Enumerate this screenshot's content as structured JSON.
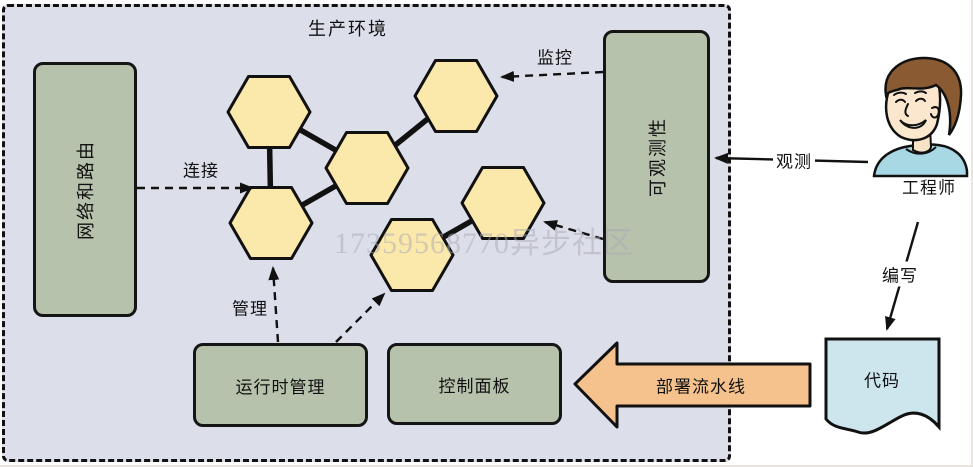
{
  "title": "生产环境",
  "watermark": "17359568770异步社区",
  "colors": {
    "production_background": "#dcdee9",
    "component_box": "#b7c2ac",
    "hexagon_fill": "#fbe8ab",
    "pipeline_arrow": "#f5c28e",
    "code_document": "#cde5ec",
    "shirt": "#a8d8e4",
    "hair": "#8a5a32",
    "skin": "#fbe7cd",
    "outline": "#111111"
  },
  "nodes": {
    "network_routing": "网络和路由",
    "observability": "可观测性",
    "runtime_management": "运行时管理",
    "control_panel": "控制面板",
    "code": "代码",
    "engineer": "工程师"
  },
  "hexagon_cluster": {
    "hexagon_count": 6,
    "links": [
      [
        "A",
        "B"
      ],
      [
        "A",
        "D"
      ],
      [
        "B",
        "D"
      ],
      [
        "B",
        "C"
      ],
      [
        "E",
        "F"
      ]
    ]
  },
  "edges": {
    "connect": {
      "label": "连接",
      "from": "网络和路由",
      "to": "hexagon",
      "style": "dashed"
    },
    "monitor": {
      "label": "监控",
      "from": "可观测性",
      "to": "hexagon",
      "style": "dashed"
    },
    "manage": {
      "label": "管理",
      "from": "运行时管理",
      "to": "hexagon",
      "style": "dashed"
    },
    "manage2": {
      "label": "",
      "from": "运行时管理",
      "to": "hexagon",
      "style": "dashed"
    },
    "observe2": {
      "label": "",
      "from": "可观测性",
      "to": "hexagon",
      "style": "dashed"
    },
    "observe": {
      "label": "观测",
      "from": "工程师",
      "to": "可观测性",
      "style": "solid"
    },
    "write": {
      "label": "编写",
      "from": "工程师",
      "to": "代码",
      "style": "solid"
    },
    "deployment_pipeline": {
      "label": "部署流水线",
      "from": "代码",
      "to": "控制面板",
      "style": "block-arrow"
    }
  }
}
